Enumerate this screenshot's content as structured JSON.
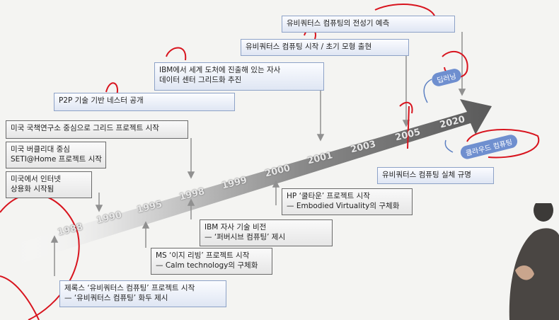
{
  "boxes": {
    "ubiquitous_golden_age": "유비쿼터스 컴퓨팅의 전성기 예측",
    "ubiquitous_start": "유비쿼터스 컴퓨팅 시작 / 초기 모형 출현",
    "ibm_grid_1": "IBM에서 세계 도처에 진출해 있는 자사",
    "ibm_grid_2": "데이터 센터 그리드화 추진",
    "p2p": "P2P 기술 기반 네스터 공개",
    "us_research": "미국 국책연구소 중심으로 그리드 프로젝트 시작",
    "berkeley_1": "미국 버클리대 중심",
    "berkeley_2": "SETI@Home 프로젝트 시작",
    "us_internet_1": "미국에서 인터넷",
    "us_internet_2": "상용화 시작됨",
    "ubiquitous_real": "유비쿼터스 컴퓨팅 실체 규명",
    "hp_1": "HP ‘쿨타운’ 프로젝트 시작",
    "hp_2": "— Embodied Virtuality의 구체화",
    "ibm_vision_1": "IBM 자사 기술 비전",
    "ibm_vision_2": "— ‘퍼버시브 컴퓨팅’ 제시",
    "ms_1": "MS ‘이지 리빙’ 프로젝트 시작",
    "ms_2": "— Calm technology의 구체화",
    "xerox_1": "제록스 ‘유비쿼터스 컴퓨팅’ 프로젝트 시작",
    "xerox_2": "— ‘유비쿼터스 컴퓨팅’ 화두 제시"
  },
  "years": [
    "1988",
    "1990",
    "1995",
    "1998",
    "1999",
    "2000",
    "2001",
    "2003",
    "2005",
    "2020"
  ],
  "tags": {
    "deep_learning": "딥러닝",
    "cloud_computing": "클라우드 컴퓨팅"
  },
  "colors": {
    "arrow_dark": "#6e6e6e",
    "box_blue_border": "#8da2c7",
    "box_gray_border": "#6a6a6a",
    "annotation_red": "#d8141e",
    "tag_blue": "#6f8fcf"
  }
}
